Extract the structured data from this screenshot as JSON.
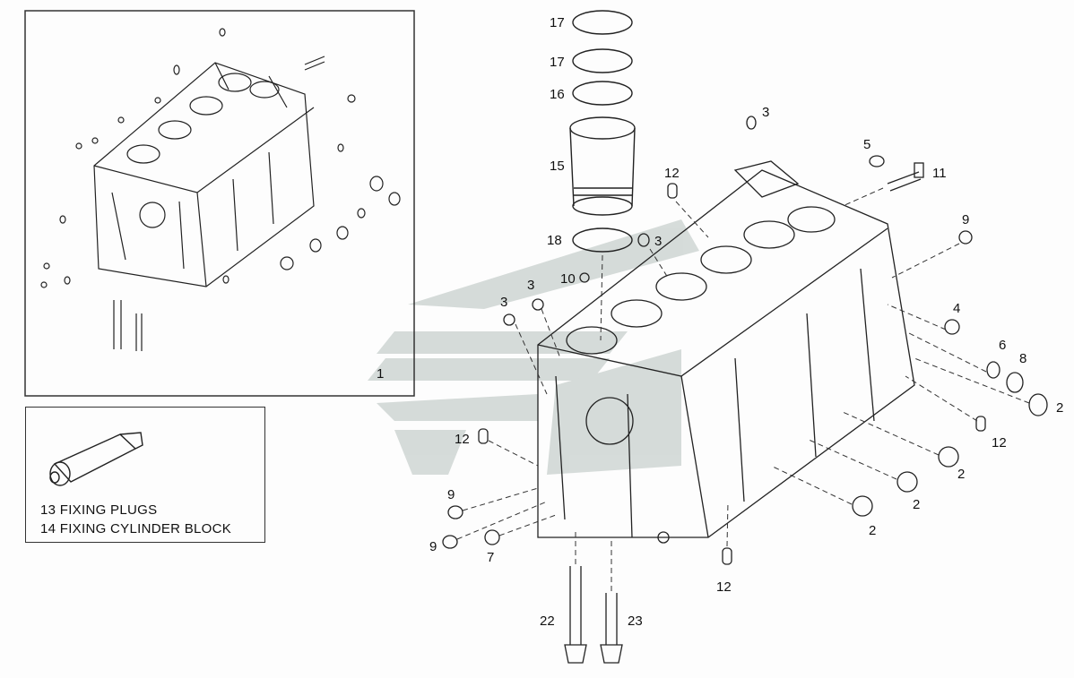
{
  "inset_label": "1",
  "legend": {
    "line1": "13 FIXING PLUGS",
    "line2": "14 FIXING CYLINDER BLOCK"
  },
  "callouts": {
    "c17a": "17",
    "c17b": "17",
    "c16": "16",
    "c15": "15",
    "c18": "18",
    "c3_top": "3",
    "c3_mid": "3",
    "c3_left": "3",
    "c3_left2": "3",
    "c5": "5",
    "c11": "11",
    "c12_top": "12",
    "c10": "10",
    "c9_right": "9",
    "c4": "4",
    "c6": "6",
    "c8": "8",
    "c2_far": "2",
    "c12_right": "12",
    "c2_a": "2",
    "c2_b": "2",
    "c2_c": "2",
    "c12_left": "12",
    "c9_left": "9",
    "c9_left2": "9",
    "c7": "7",
    "c12_bottom": "12",
    "c22": "22",
    "c23": "23"
  }
}
